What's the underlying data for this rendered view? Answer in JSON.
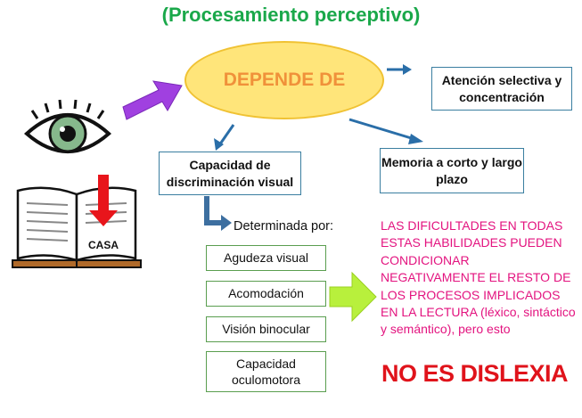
{
  "title": "(Procesamiento perceptivo)",
  "center": "DEPENDE DE",
  "boxes": {
    "atencion": "Atención selectiva y concentración",
    "memoria": "Memoria a corto y largo plazo",
    "capacidad": "Capacidad de discriminación visual"
  },
  "determinada": "Determinada por:",
  "items": [
    "Agudeza visual",
    "Acomodación",
    "Visión binocular",
    "Capacidad oculomotora"
  ],
  "book_word": "CASA",
  "note": "LAS DIFICULTADES EN TODAS ESTAS HABILIDADES PUEDEN CONDICIONAR NEGATIVAMENTE EL RESTO DE LOS PROCESOS IMPLICADOS EN LA LECTURA",
  "note_tail": "(léxico, sintáctico y semántico), pero esto",
  "conclusion": "NO ES DISLEXIA",
  "colors": {
    "title": "#1aa84a",
    "ellipse_fill": "#ffe57a",
    "ellipse_text": "#f0913a",
    "note": "#e3137f",
    "conclusion": "#e0131b",
    "purple_arrow": "#a040e0",
    "red_arrow": "#e8151b",
    "green_arrow": "#b8f03c",
    "blue_arrow": "#2a6ea8"
  }
}
